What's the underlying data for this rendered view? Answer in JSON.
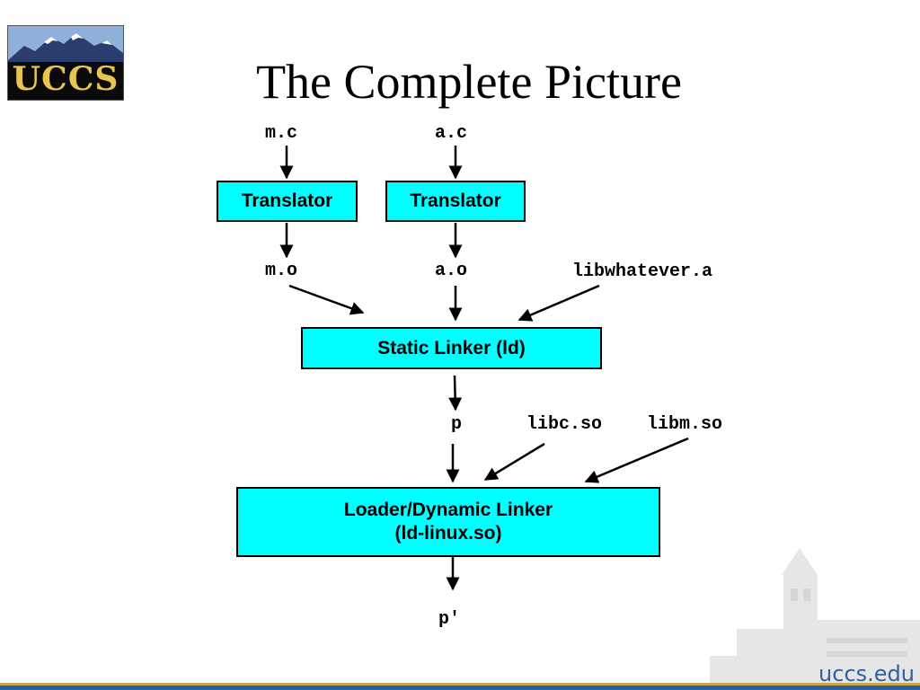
{
  "logo": {
    "text": "UCCS"
  },
  "title": "The Complete Picture",
  "diagram": {
    "inputs": {
      "m_c": "m.c",
      "a_c": "a.c"
    },
    "translator_left": "Translator",
    "translator_right": "Translator",
    "objects": {
      "m_o": "m.o",
      "a_o": "a.o",
      "lib_static": "libwhatever.a"
    },
    "static_linker": "Static Linker (ld)",
    "program": "p",
    "shared_libs": {
      "libc": "libc.so",
      "libm": "libm.so"
    },
    "loader_line1": "Loader/Dynamic Linker",
    "loader_line2": "(ld-linux.so)",
    "output": "p′"
  },
  "footer": {
    "url": "uccs.edu"
  },
  "colors": {
    "box_fill": "#00ffff",
    "logo_gold": "#e8c451",
    "footer_blue": "#2e5fa3"
  }
}
